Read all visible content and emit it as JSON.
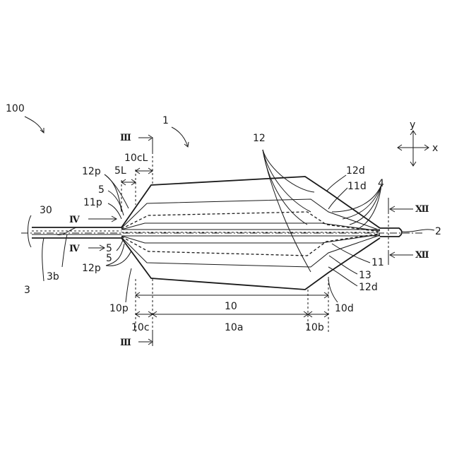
{
  "figure": {
    "labels": {
      "l100": "100",
      "l1": "1",
      "l12": "12",
      "l12d_top": "12d",
      "l11d": "11d",
      "l4": "4",
      "l2": "2",
      "l11": "11",
      "l13": "13",
      "l12d_bottom": "12d",
      "l10d": "10d",
      "l10p": "10p",
      "l10": "10",
      "l10c": "10c",
      "l10a": "10a",
      "l10b": "10b",
      "l30": "30",
      "l3": "3",
      "l3b": "3b",
      "l12p_top": "12p",
      "l12p_bottom": "12p",
      "l11p": "11p",
      "l5L": "5L",
      "l10cL": "10cL",
      "l5_upper": "5",
      "l5_lower": "5",
      "l5_line": "5"
    },
    "sections": {
      "III_top": "Ⅲ",
      "III_bottom": "Ⅲ",
      "IV_top": "Ⅳ",
      "IV_bottom": "Ⅳ",
      "XII_top": "Ⅻ",
      "XII_bottom": "Ⅻ"
    },
    "axes": {
      "y": "y",
      "x": "x"
    }
  }
}
